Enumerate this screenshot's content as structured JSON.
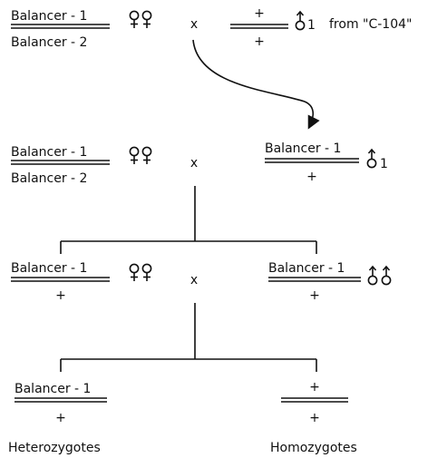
{
  "symbols": {
    "cross": "x",
    "plus": "+",
    "one": "1",
    "female_icon": "female-venus-symbol",
    "male_icon": "male-mars-symbol"
  },
  "text": {
    "source_label": "from \"C-104\"",
    "heterozygotes": "Heterozygotes",
    "homozygotes": "Homozygotes"
  },
  "genotypes": {
    "balancer_1": "Balancer - 1",
    "balancer_2": "Balancer - 2"
  },
  "colors": {
    "ink": "#111111",
    "background": "#ffffff"
  }
}
